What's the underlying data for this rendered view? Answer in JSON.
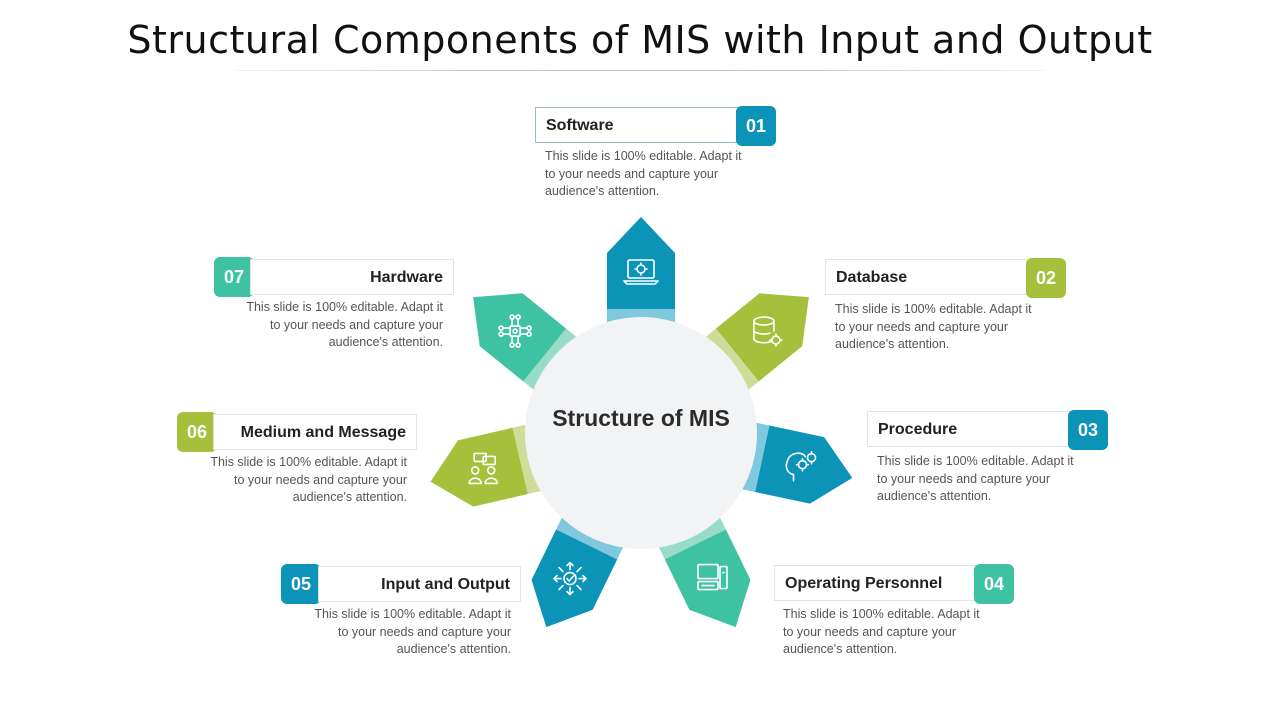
{
  "title": "Structural Components of MIS with Input and Output",
  "center_label": "Structure of MIS",
  "colors": {
    "teal_blue": "#0b93b8",
    "green": "#a6c03c",
    "mint": "#3fc2a2",
    "center_fill": "#f1f3f5"
  },
  "items": [
    {
      "number": "01",
      "title": "Software",
      "description": "This slide is 100% editable. Adapt it to your needs and capture your audience's attention.",
      "icon": "laptop-gear-icon",
      "color": "#0b93b8"
    },
    {
      "number": "02",
      "title": "Database",
      "description": "This slide is 100% editable. Adapt it to your needs and capture your audience's attention.",
      "icon": "database-gear-icon",
      "color": "#a6c03c"
    },
    {
      "number": "03",
      "title": "Procedure",
      "description": "This slide is 100% editable. Adapt it to your needs and capture your audience's attention.",
      "icon": "head-gears-icon",
      "color": "#0b93b8"
    },
    {
      "number": "04",
      "title": "Operating Personnel",
      "description": "This slide is 100% editable. Adapt it to your needs and capture your audience's attention.",
      "icon": "computer-workstation-icon",
      "color": "#3fc2a2"
    },
    {
      "number": "05",
      "title": "Input and Output",
      "description": "This slide is 100% editable. Adapt it to your needs and capture your audience's attention.",
      "icon": "arrows-check-icon",
      "color": "#0b93b8"
    },
    {
      "number": "06",
      "title": "Medium and Message",
      "description": "This slide is 100% editable. Adapt it to your needs and capture your audience's attention.",
      "icon": "people-messages-icon",
      "color": "#a6c03c"
    },
    {
      "number": "07",
      "title": "Hardware",
      "description": "This slide is 100% editable. Adapt it to your needs and capture your audience's attention.",
      "icon": "chip-circuit-icon",
      "color": "#3fc2a2"
    }
  ]
}
